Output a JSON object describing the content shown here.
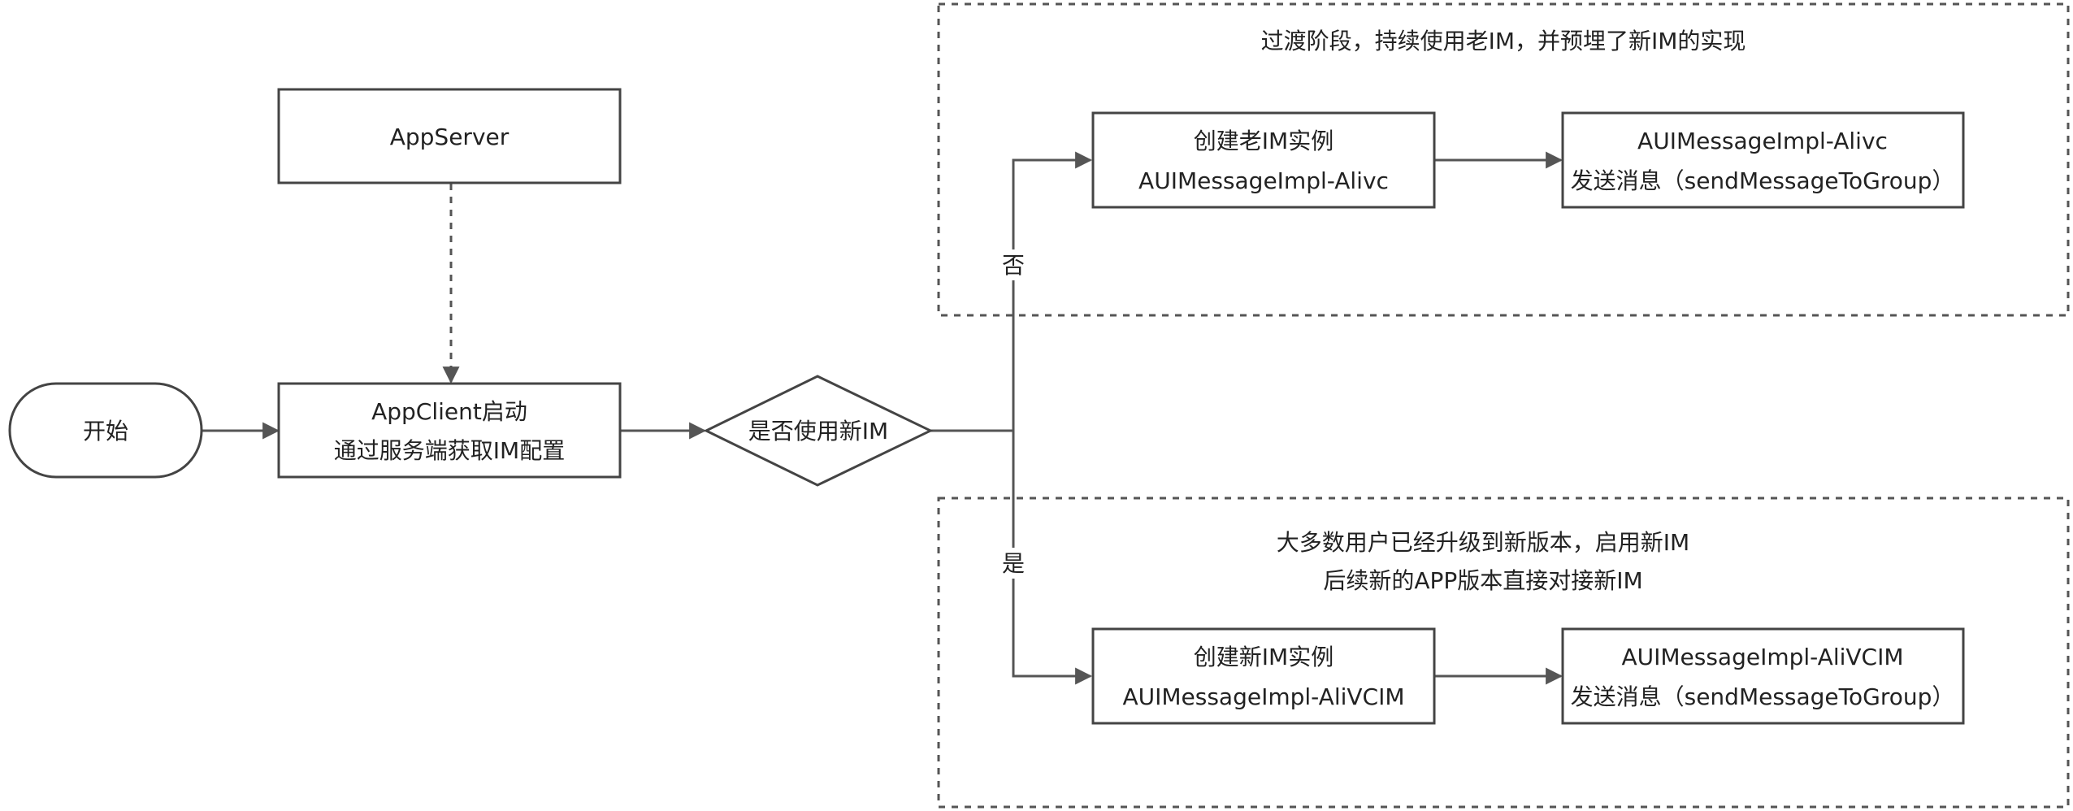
{
  "diagram": {
    "groups": {
      "legacy": {
        "title": "过渡阶段，持续使用老IM，并预埋了新IM的实现"
      },
      "new": {
        "title_line1": "大多数用户已经升级到新版本，启用新IM",
        "title_line2": "后续新的APP版本直接对接新IM"
      }
    },
    "nodes": {
      "start": {
        "label": "开始"
      },
      "appserver": {
        "label": "AppServer"
      },
      "appclient": {
        "line1": "AppClient启动",
        "line2": "通过服务端获取IM配置"
      },
      "decision": {
        "label": "是否使用新IM"
      },
      "create_old": {
        "line1": "创建老IM实例",
        "line2": "AUIMessageImpl-Alivc"
      },
      "send_old": {
        "line1": "AUIMessageImpl-Alivc",
        "line2": "发送消息（sendMessageToGroup）"
      },
      "create_new": {
        "line1": "创建新IM实例",
        "line2": "AUIMessageImpl-AliVCIM"
      },
      "send_new": {
        "line1": "AUIMessageImpl-AliVCIM",
        "line2": "发送消息（sendMessageToGroup）"
      }
    },
    "edge_labels": {
      "no": "否",
      "yes": "是"
    },
    "colors": {
      "stroke": "#444444",
      "edge": "#555555",
      "text": "#222222",
      "background": "#ffffff"
    }
  }
}
